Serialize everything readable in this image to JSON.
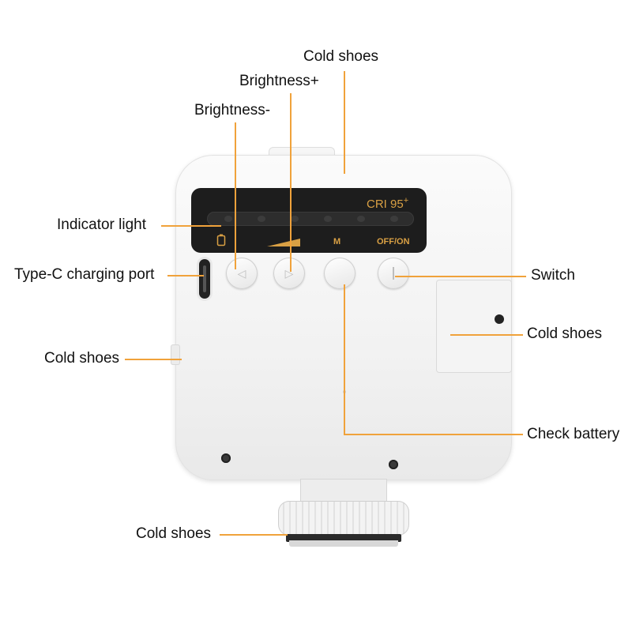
{
  "labels": {
    "cold_shoes_top": "Cold shoes",
    "brightness_plus": "Brightness+",
    "brightness_minus": "Brightness-",
    "indicator_light": "Indicator light",
    "type_c_port": "Type-C charging port",
    "switch": "Switch",
    "cold_shoes_right": "Cold shoes",
    "cold_shoes_left": "Cold shoes",
    "check_battery": "Check battery",
    "cold_shoes_bottom": "Cold shoes"
  },
  "device": {
    "cri_text": "CRI 95",
    "cri_sup": "+",
    "button_m": "M",
    "button_off_on": "OFF/ON",
    "led_count": 6
  },
  "colors": {
    "leader_line": "#f0a23b",
    "panel_text": "#d9a044",
    "panel_bg": "#1d1d1d"
  },
  "icons": {
    "brightness_minus_button": "triangle-left-icon",
    "brightness_plus_button": "triangle-right-icon",
    "battery": "battery-icon"
  }
}
